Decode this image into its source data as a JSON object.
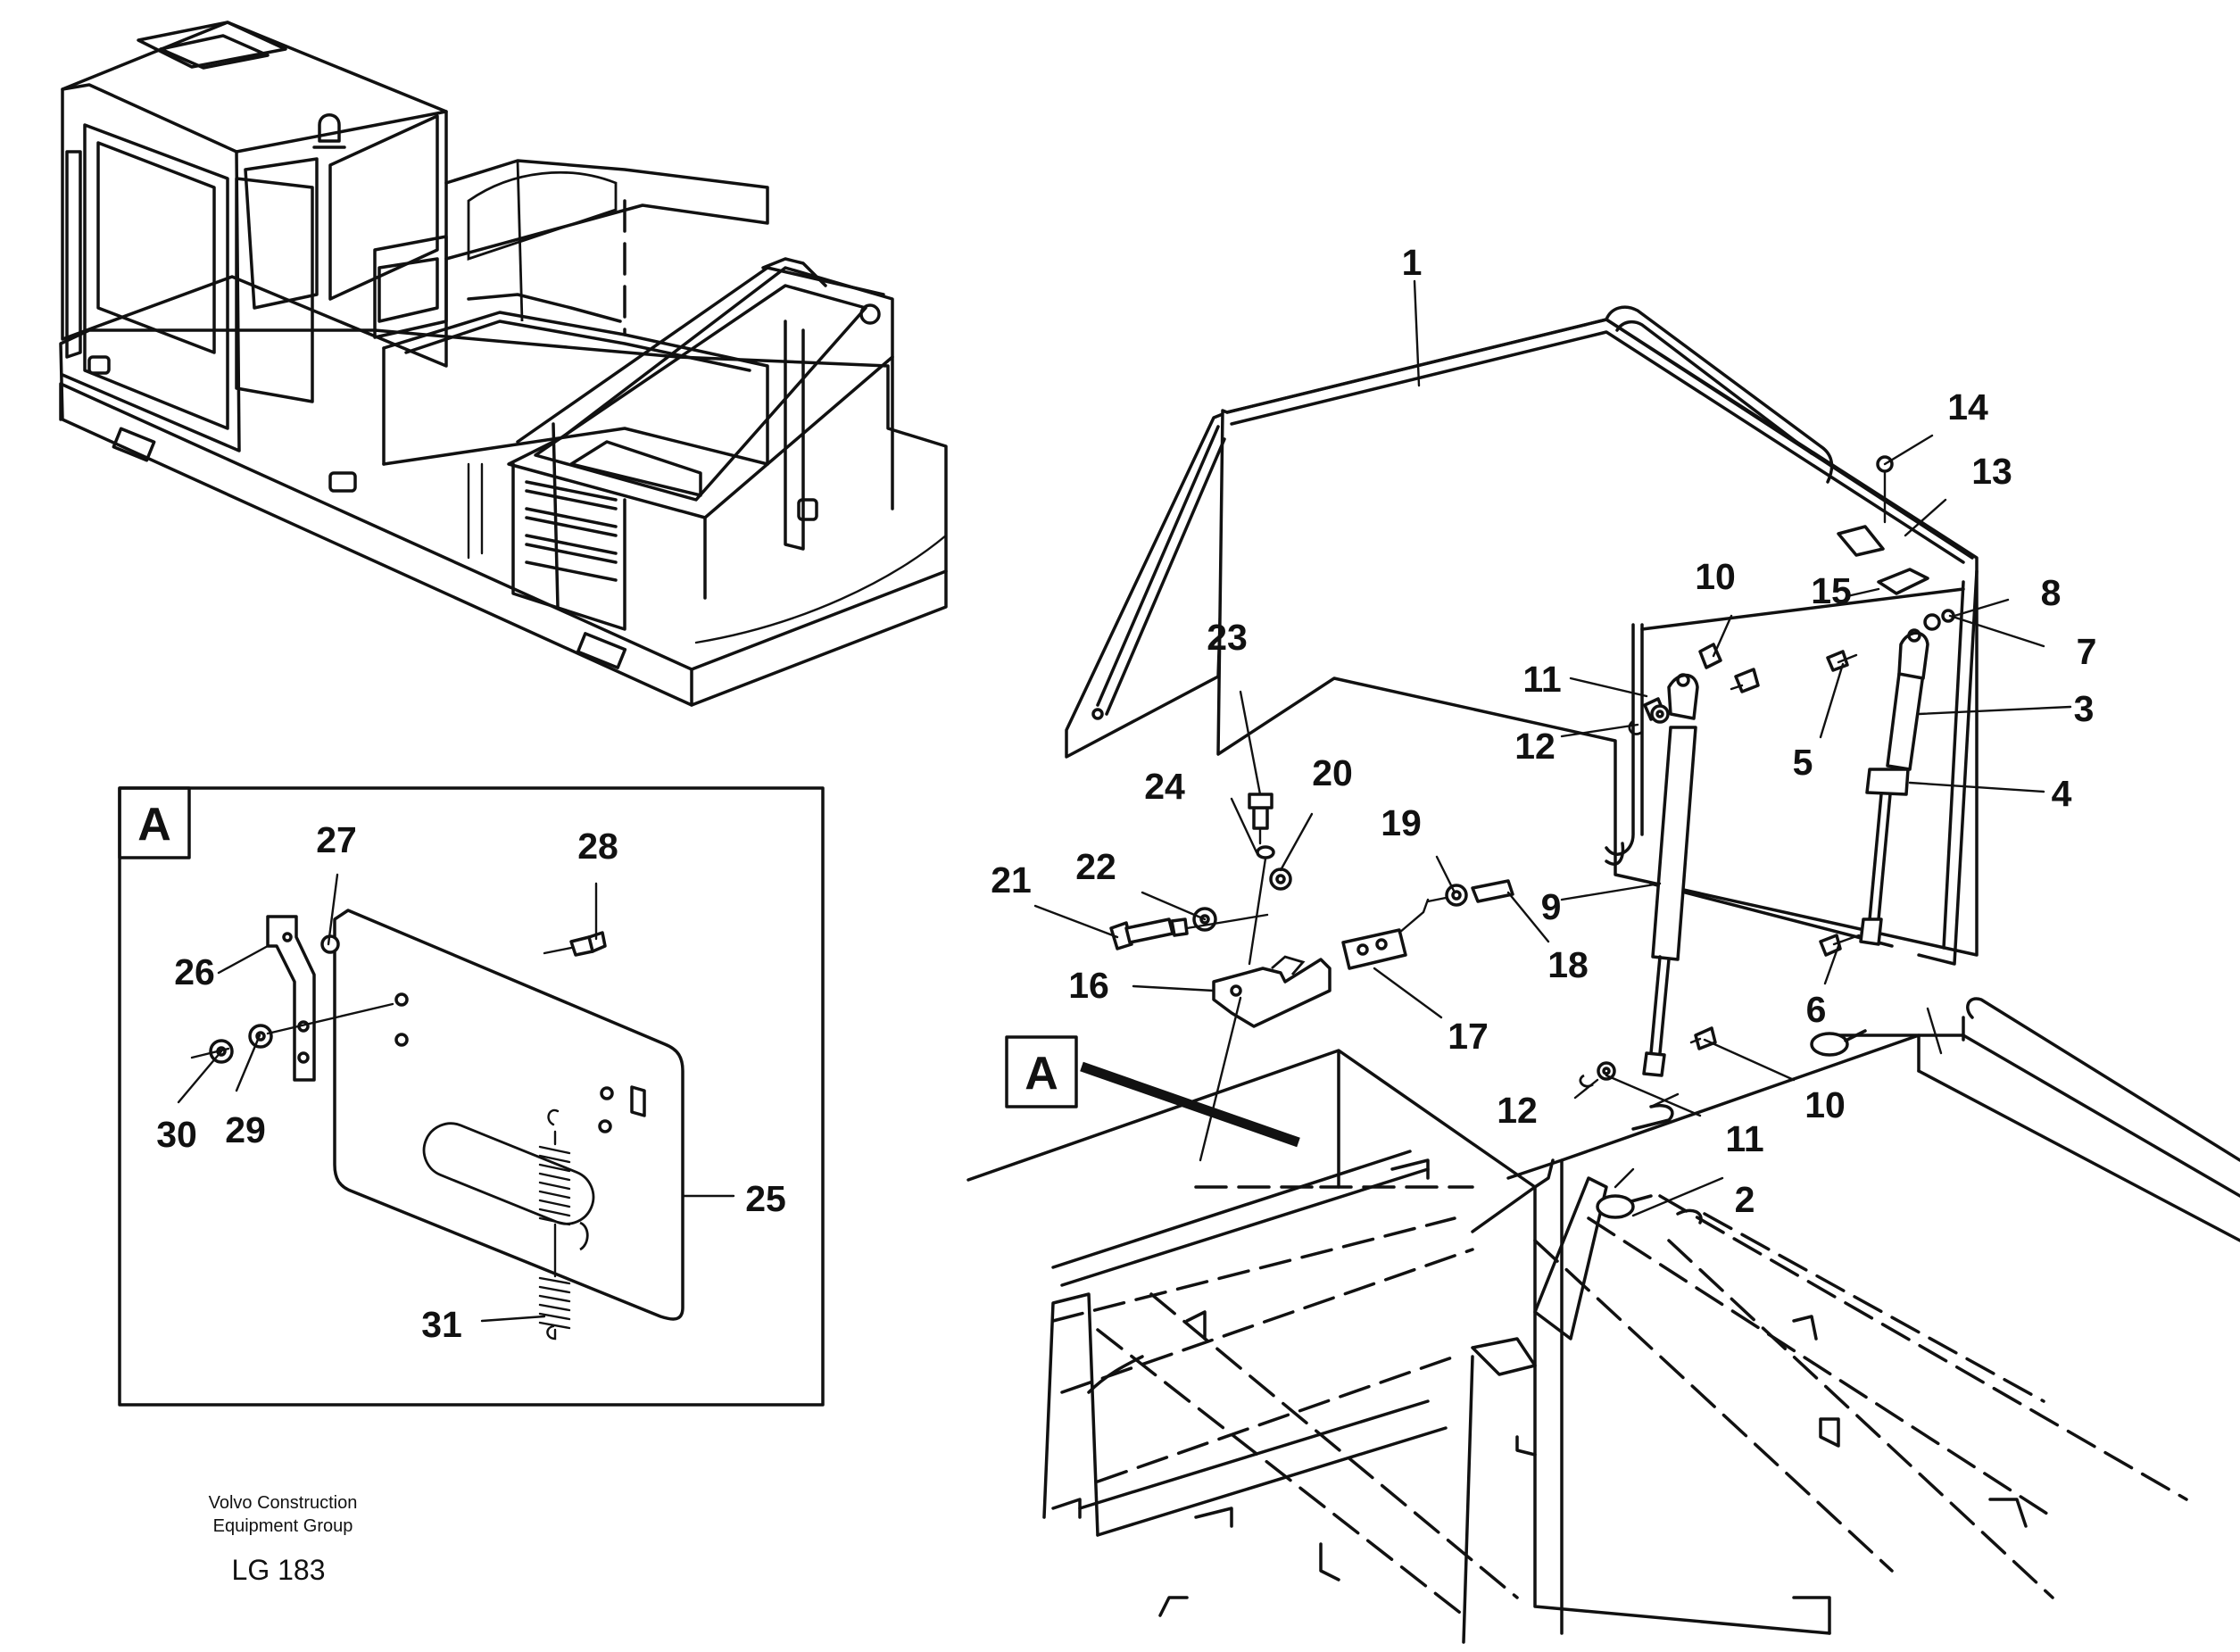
{
  "detail_marker": "A",
  "callouts": [
    "1",
    "2",
    "3",
    "4",
    "5",
    "6",
    "7",
    "8",
    "9",
    "10",
    "11",
    "12",
    "13",
    "14",
    "15",
    "16",
    "17",
    "18",
    "19",
    "20",
    "21",
    "22",
    "23",
    "24",
    "25",
    "26",
    "27",
    "28",
    "29",
    "30",
    "31"
  ],
  "callout_dup": {
    "n10": "10",
    "n11": "11",
    "n12": "12"
  },
  "footer": {
    "company_line1": "Volvo Construction",
    "company_line2": "Equipment Group",
    "drawing_ref": "LG 183"
  }
}
